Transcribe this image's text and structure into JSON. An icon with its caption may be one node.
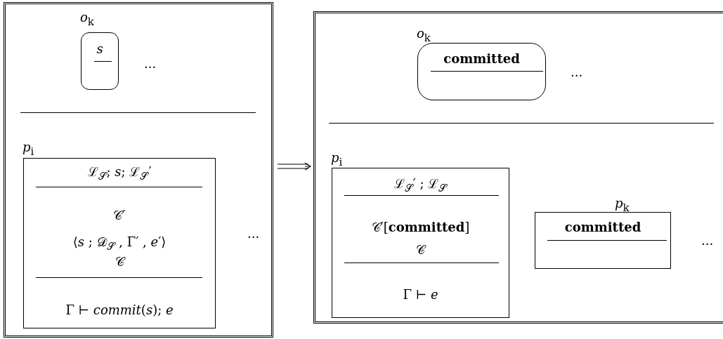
{
  "diagram": {
    "nodes": [
      {
        "text": [],
        "shape": "box"
      },
      {
        "text": [
          "*o*$_{k}$",
          "*s*"
        ],
        "in": 0
      },
      {
        "text": [
          "*p*$_{i}$",
          "ℒ$_{𝒮}$; *s*; ℒ$_{𝒮}$′",
          "𝒞′",
          "⟨*s* ; 𝒟$_{𝒮}$ , Γ′ , *e*′⟩",
          "𝒞",
          "Γ ⊢ *commit*(*s*); *e*"
        ],
        "in": 0
      },
      {
        "text": [],
        "shape": "box"
      },
      {
        "text": [
          "*o*$_{k}$",
          "committed"
        ],
        "in": 3
      },
      {
        "text": [
          "*p*$_{i}$",
          "ℒ$_{𝒮}$′ ; ℒ$_{𝒮}$",
          "𝒞′[**committed**]",
          "𝒞",
          "Γ ⊢ *e*"
        ],
        "in": 3
      },
      {
        "text": [
          "*p*$_{k}$",
          "committed"
        ],
        "in": 3
      }
    ],
    "edges": [
      {
        "from": 0,
        "to": 3,
        "arrow": "to"
      }
    ],
    "labels": [
      "...",
      "...",
      "...",
      "..."
    ]
  }
}
